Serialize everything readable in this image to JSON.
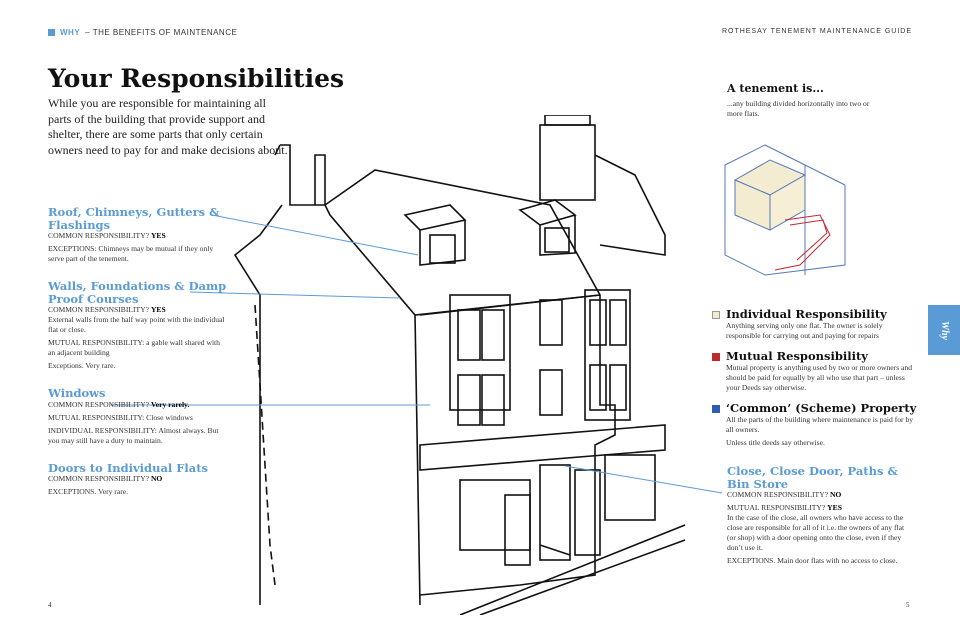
{
  "header": {
    "section": "WHY",
    "subtitle": "– THE BENEFITS OF MAINTENANCE",
    "guide": "ROTHESAY TENEMENT MAINTENANCE GUIDE"
  },
  "title": "Your Responsibilities",
  "intro": "While you are responsible for maintaining all parts of the building that provide support and shelter, there are some parts that only certain owners need to pay for and make decisions about.",
  "sections": [
    {
      "title": "Roof, Chimneys, Gutters & Flashings",
      "q": "COMMON RESPONSIBILITY?",
      "a": "YES",
      "lines": [
        "EXCEPTIONS: Chimneys may be mutual if they only serve part of the tenement."
      ]
    },
    {
      "title": "Walls, Foundations & Damp Proof Courses",
      "q": "COMMON RESPONSIBILITY?",
      "a": "YES",
      "lines": [
        "External walls from the half way point with the individual flat or close.",
        "MUTUAL RESPONSIBILITY: a gable wall shared with an adjacent building",
        "Exceptions. Very rare."
      ]
    },
    {
      "title": "Windows",
      "q": "COMMON RESPONSIBILITY?",
      "a": "Very rarely.",
      "lines": [
        "MUTUAL RESPONSIBILITY: Close windows",
        "INDIVIDUAL RESPONSIBILITY: Almost always. But you may still have a duty to maintain."
      ]
    },
    {
      "title": "Doors to Individual Flats",
      "q": "COMMON RESPONSIBILITY?",
      "a": "NO",
      "lines": [
        "EXCEPTIONS. Very rare."
      ]
    }
  ],
  "tenement": {
    "title": "A tenement is...",
    "text": "...any building divided horizontally into two or more flats."
  },
  "legend": [
    {
      "title": "Individual Responsibility",
      "color": "#f3ecd0",
      "lines": [
        "Anything serving only one flat. The owner is solely responsible for carrying out and paying for repairs"
      ]
    },
    {
      "title": "Mutual Responsibility",
      "color": "#c0262d",
      "lines": [
        "Mutual property is anything used by two or more owners and should be paid for equally by all who use that part – unless your Deeds say otherwise."
      ]
    },
    {
      "title": "‘Common’ (Scheme) Property",
      "color": "#2f5fa8",
      "lines": [
        "All the parts of the building where maintenance is paid for by all owners.",
        "Unless title deeds say otherwise."
      ]
    }
  ],
  "close": {
    "title": "Close, Close Door, Paths & Bin Store",
    "q": "COMMON RESPONSIBILITY?",
    "a": "NO",
    "q2": "MUTUAL RESPONSIBILITY?",
    "a2": "YES",
    "lines": [
      "In the case of the close, all owners who have access to the close are responsible for all of it i.e. the owners of any flat (or shop) with a door opening onto the close, even if they don’t use it.",
      "EXCEPTIONS. Main door flats with no access to close."
    ]
  },
  "tab": "Why",
  "pages": {
    "left": "4",
    "right": "5"
  }
}
